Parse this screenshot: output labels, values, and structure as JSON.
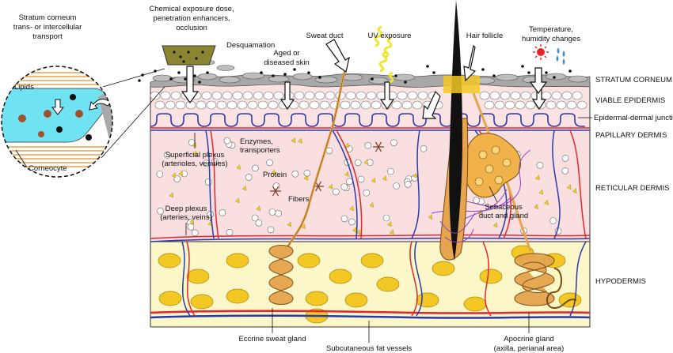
{
  "layers": {
    "stratum_corneum": "STRATUM CORNEUM",
    "viable_epidermis": "VIABLE EPIDERMIS",
    "junction": "Epidermal-dermal junction",
    "papillary_dermis": "PAPILLARY DERMIS",
    "reticular_dermis": "RETICULAR DERMIS",
    "hypodermis": "HYPODERMIS"
  },
  "inset": {
    "title_line1": "Stratum corneum",
    "title_line2": "trans- or intercellular",
    "title_line3": "transport",
    "lipids": "Lipids",
    "corneocyte": "Corneocyte"
  },
  "top_labels": {
    "chemical_line1": "Chemical exposure dose,",
    "chemical_line2": "penetration enhancers,",
    "chemical_line3": "occlusion",
    "desquamation": "Desquamation",
    "aged_line1": "Aged or",
    "aged_line2": "diseased skin",
    "sweat_duct": "Sweat duct",
    "uv": "UV exposure",
    "hair_follicle": "Hair follicle",
    "temp_line1": "Temperature,",
    "temp_line2": "humidity changes"
  },
  "inner_labels": {
    "superficial_line1": "Superficial plexus",
    "superficial_line2": "(arterioles, venules)",
    "enzymes_line1": "Enzymes,",
    "enzymes_line2": "transporters",
    "protein": "Protein",
    "fibers": "Fibers",
    "deep_line1": "Deep plexus",
    "deep_line2": "(arteries, veins)",
    "sebaceous_line1": "Sebaceous",
    "sebaceous_line2": "duct and gland"
  },
  "bottom_labels": {
    "eccrine": "Eccrine sweat gland",
    "subcutaneous": "Subcutaneous fat vessels",
    "apocrine_line1": "Apocrine gland",
    "apocrine_line2": "(axilla, perianal area)"
  },
  "colors": {
    "dermis": "#f9dfe0",
    "hypodermis": "#fbf7c8",
    "fat": "#f3c824",
    "artery": "#e3262d",
    "vein": "#2a3aa8",
    "gland": "#e5a44d",
    "corneum": "#a9a9a9",
    "inset_cyan": "#6fe3f2"
  }
}
